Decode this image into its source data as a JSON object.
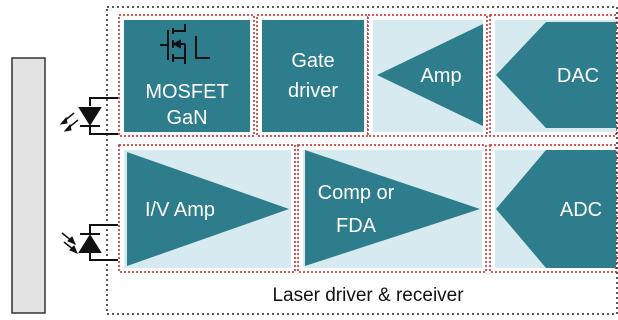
{
  "diagram": {
    "caption": "Laser driver & receiver",
    "blocks": {
      "mosfet": {
        "line1": "MOSFET",
        "line2": "GaN"
      },
      "gate_driver": {
        "line1": "Gate",
        "line2": "driver"
      },
      "amp": "Amp",
      "dac": "DAC",
      "iv_amp": "I/V Amp",
      "comp_fda": {
        "line1": "Comp or",
        "line2": "FDA"
      },
      "adc": "ADC"
    },
    "colors": {
      "block_fill": "#2e7d8c",
      "block_bg": "#d6eaf0",
      "block_border": "#cc1f1f",
      "outline": "#222222",
      "panel_fill": "#e3e3e3"
    },
    "icons": [
      "laser-diode-icon",
      "photodiode-icon",
      "mosfet-symbol-icon"
    ]
  }
}
